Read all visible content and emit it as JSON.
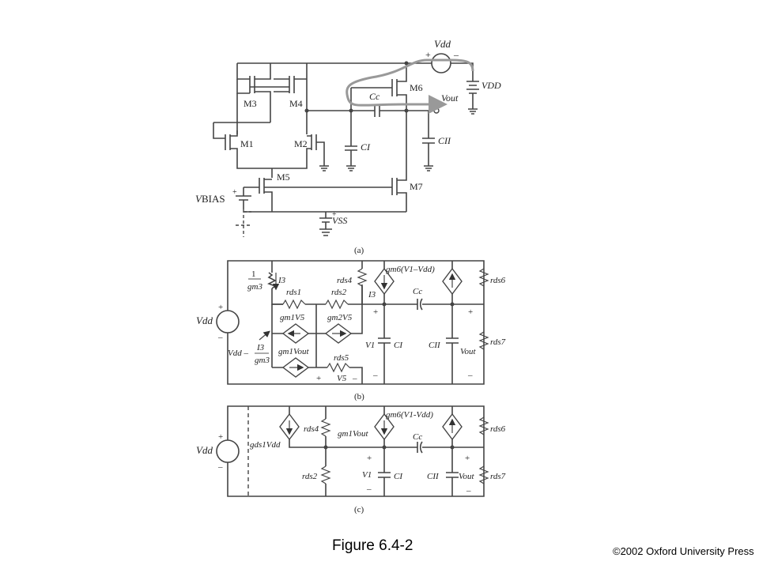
{
  "figure_title": "Figure 6.4-2",
  "copyright": "©2002 Oxford University Press",
  "panels": {
    "a": {
      "label": "(a)",
      "source": {
        "name": "V",
        "sub": "dd",
        "plus": "+",
        "minus": "–"
      },
      "supply": {
        "name": "V",
        "sub": "DD"
      },
      "bias": {
        "name": "V",
        "sub": "BIAS"
      },
      "vss": {
        "name": "V",
        "sub": "SS"
      },
      "output": {
        "name": "V",
        "sub": "out"
      },
      "cap_c": {
        "name": "C",
        "sub": "c"
      },
      "cap_1": {
        "name": "C",
        "sub": "I"
      },
      "cap_2": {
        "name": "C",
        "sub": "II"
      },
      "transistors": [
        "M3",
        "M4",
        "M1",
        "M2",
        "M5",
        "M6",
        "M7"
      ]
    },
    "b": {
      "label": "(b)",
      "source": {
        "name": "V",
        "sub": "dd",
        "plus": "+",
        "minus": "–"
      },
      "gm3_num": "1",
      "gm3_den": "g",
      "gm3_den_sub": "m3",
      "i3": "I",
      "i3_sub": "3",
      "i3_right": "I",
      "i3_right_sub": "3",
      "rds1": "r",
      "rds1_sub": "ds1",
      "rds2": "r",
      "rds2_sub": "ds2",
      "rds4": "r",
      "rds4_sub": "ds4",
      "rds5": "r",
      "rds5_sub": "ds5",
      "rds6": "r",
      "rds6_sub": "ds6",
      "rds7": "r",
      "rds7_sub": "ds7",
      "gm1v5": "g",
      "gm1v5_sub": "m1",
      "gm1v5_v": "V",
      "gm1v5_vsub": "5",
      "gm2v5": "g",
      "gm2v5_sub": "m2",
      "gm2v5_v": "V",
      "gm2v5_vsub": "5",
      "gm1vout": "g",
      "gm1vout_sub": "m1",
      "gm1vout_v": "V",
      "gm1vout_vsub": "out",
      "gm6_text": "g",
      "gm6_sub": "m6",
      "gm6_expr": "(V",
      "gm6_expr_sub1": "1",
      "gm6_expr_mid": "–V",
      "gm6_expr_sub2": "dd",
      "gm6_close": ")",
      "cc": "C",
      "cc_sub": "c",
      "ci": "C",
      "ci_sub": "I",
      "cii": "C",
      "cii_sub": "II",
      "v1": "V",
      "v1_sub": "1",
      "vout": "V",
      "vout_sub": "out",
      "v5": "V",
      "v5_sub": "5",
      "vdd_expr": "V",
      "vdd_expr_sub": "dd",
      "vdd_expr_minus": " –",
      "vdd_i3": "I",
      "vdd_i3_sub": "3",
      "vdd_gm3": "g",
      "vdd_gm3_sub": "m3",
      "plus": "+",
      "minus": "–"
    },
    "c": {
      "label": "(c)",
      "source": {
        "name": "V",
        "sub": "dd",
        "plus": "+",
        "minus": "–"
      },
      "gds1": "g",
      "gds1_sub": "ds1",
      "gds1_v": "V",
      "gds1_vsub": "dd",
      "rds4": "r",
      "rds4_sub": "ds4",
      "rds2": "r",
      "rds2_sub": "ds2",
      "rds6": "r",
      "rds6_sub": "ds6",
      "rds7": "r",
      "rds7_sub": "ds7",
      "gm1vout": "g",
      "gm1vout_sub": "m1",
      "gm1vout_v": "V",
      "gm1vout_vsub": "out",
      "gm6_text": "g",
      "gm6_sub": "m6",
      "gm6_expr": "(V",
      "gm6_expr_sub1": "1",
      "gm6_expr_mid": "-V",
      "gm6_expr_sub2": "dd",
      "gm6_close": ")",
      "cc": "C",
      "cc_sub": "c",
      "ci": "C",
      "ci_sub": "I",
      "cii": "C",
      "cii_sub": "II",
      "v1": "V",
      "v1_sub": "1",
      "vout": "V",
      "vout_sub": "out",
      "plus": "+",
      "minus": "–"
    }
  }
}
